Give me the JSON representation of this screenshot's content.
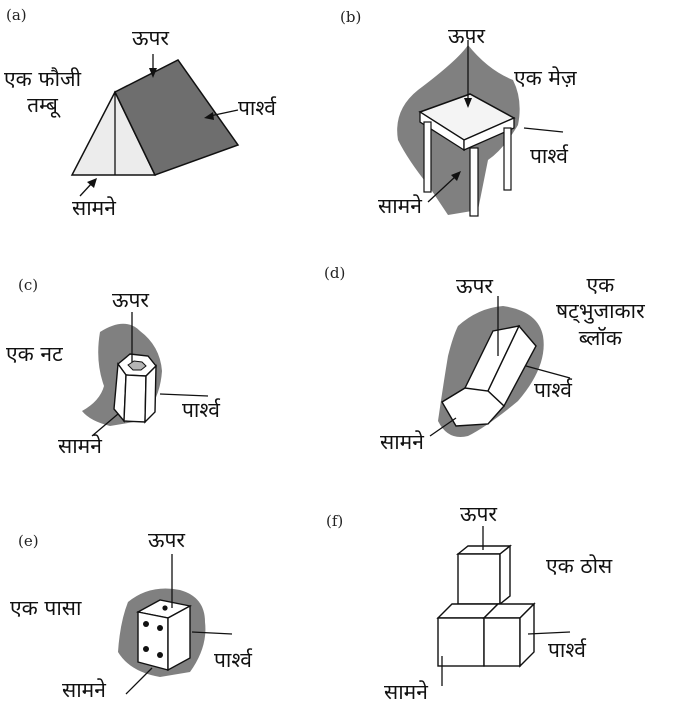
{
  "panels": [
    {
      "id": "a",
      "letter": "(a)",
      "name": "एक फौजी\nतम्बू",
      "top": "ऊपर",
      "side": "पार्श्व",
      "front": "सामने"
    },
    {
      "id": "b",
      "letter": "(b)",
      "name": "एक मेज़",
      "top": "ऊपर",
      "side": "पार्श्व",
      "front": "सामने"
    },
    {
      "id": "c",
      "letter": "(c)",
      "name": "एक नट",
      "top": "ऊपर",
      "side": "पार्श्व",
      "front": "सामने"
    },
    {
      "id": "d",
      "letter": "(d)",
      "name": "एक\nषट्भुजाकार\nब्लॉक",
      "top": "ऊपर",
      "side": "पार्श्व",
      "front": "सामने"
    },
    {
      "id": "e",
      "letter": "(e)",
      "name": "एक पासा",
      "top": "ऊपर",
      "side": "पार्श्व",
      "front": "सामने"
    },
    {
      "id": "f",
      "letter": "(f)",
      "name": "एक ठोस",
      "top": "ऊपर",
      "side": "पार्श्व",
      "front": "सामने"
    }
  ],
  "colors": {
    "line": "#111111",
    "shade": "#808080",
    "dark": "#6e6e6e",
    "light": "#ececec"
  }
}
